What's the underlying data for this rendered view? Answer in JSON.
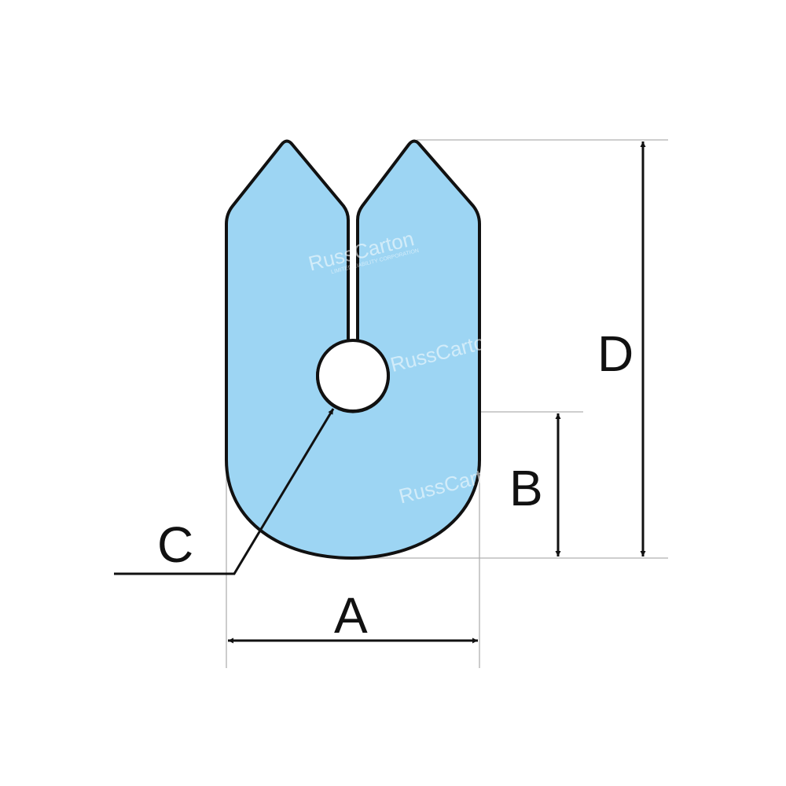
{
  "diagram": {
    "title": "Profile dimension drawing",
    "labels": {
      "a": "A",
      "b": "B",
      "c": "C",
      "d": "D"
    },
    "watermark": {
      "brand": "RussCarton",
      "tagline": "LIMITED LIABILITY CORPORATION"
    },
    "colors": {
      "fill": "#9dd5f3",
      "stroke": "#111111",
      "guide": "#b0b0b0"
    }
  }
}
